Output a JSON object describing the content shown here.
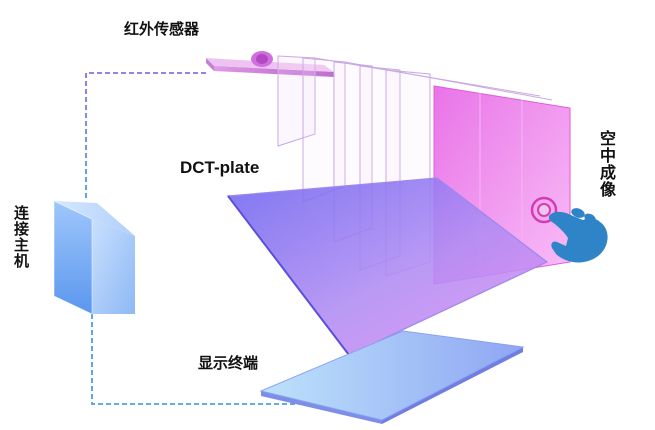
{
  "labels": {
    "sensor": "红外传感器",
    "plate": "DCT-plate",
    "display": "显示终端",
    "host": "连接主机",
    "aerial": "空中成像"
  },
  "colors": {
    "connector_line": "#7a7be8",
    "host_box": "#5fa0f0",
    "plate_fill": "#8f7cf2",
    "display_fill": "#8ec7f7",
    "image_plane": "#f08cf0",
    "hand": "#2f84c8",
    "touch_ring": "#d23cb6"
  },
  "icons": {
    "hand": "hand-pointer-icon",
    "touch": "touch-ring-icon"
  }
}
